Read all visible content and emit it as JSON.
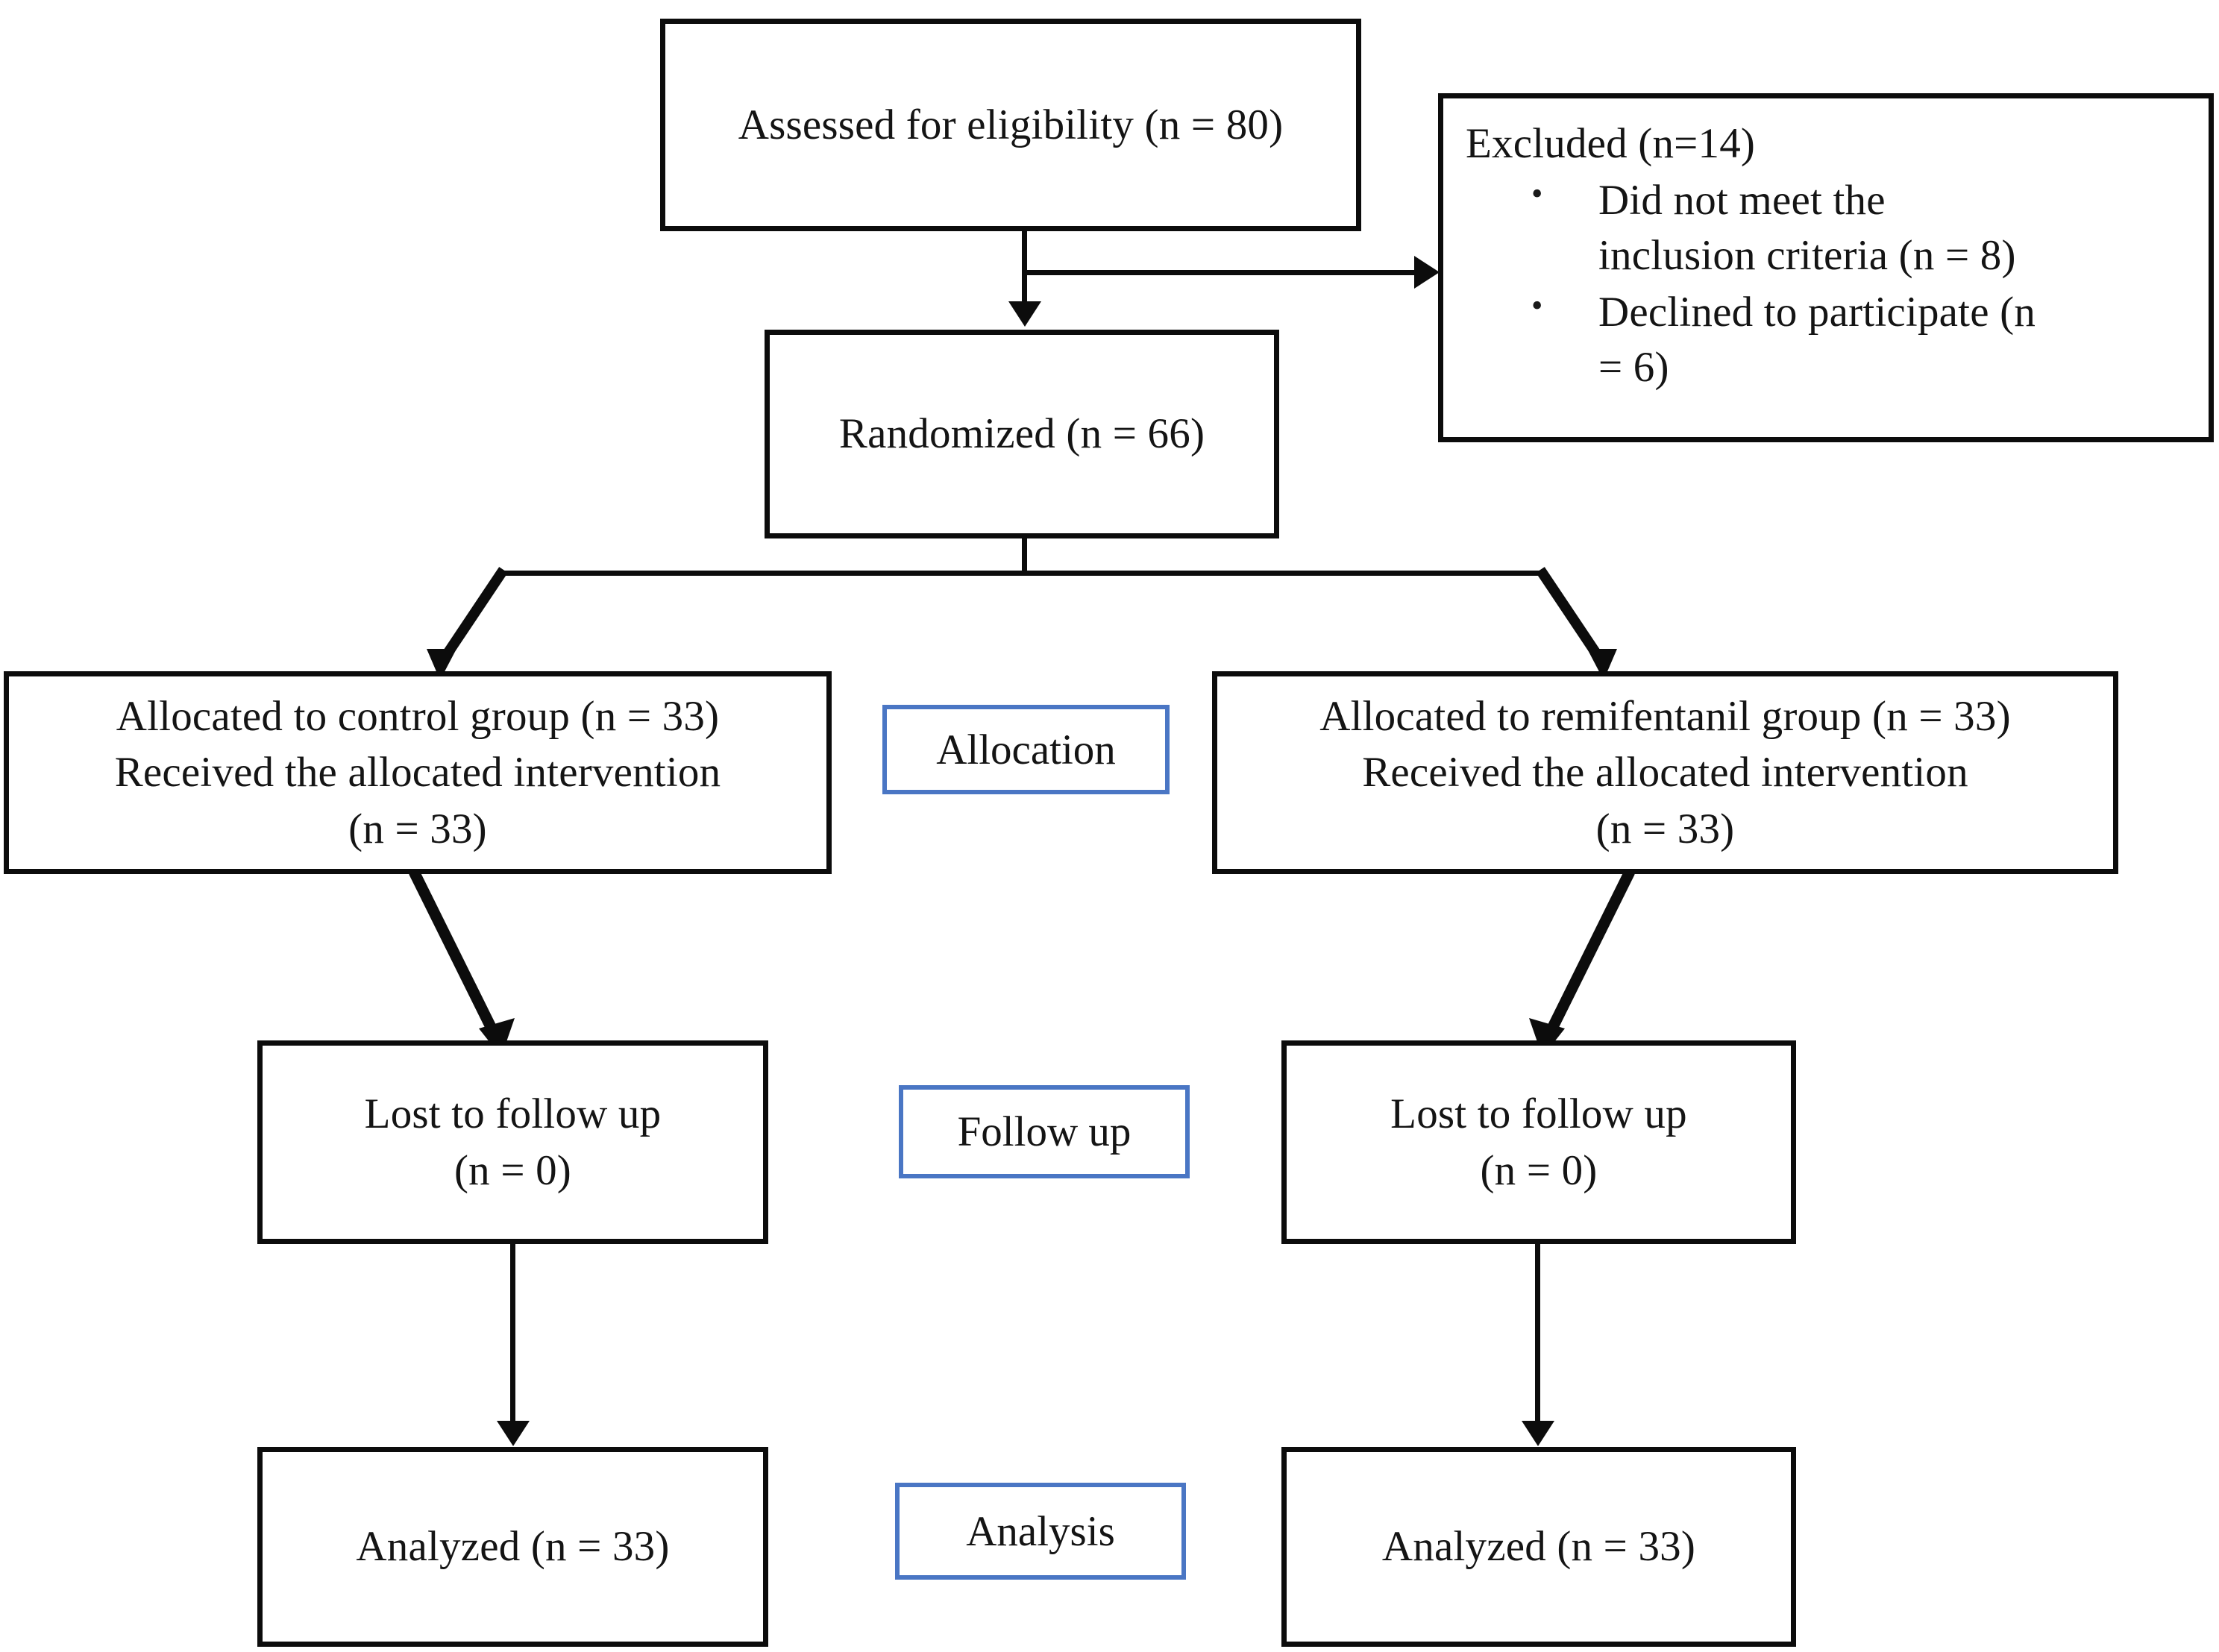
{
  "diagram": {
    "type": "consort-flow-diagram",
    "title": "CONSORT participant flow diagram",
    "accent_blue": "#4a76c4",
    "line_color": "#0c0c0c",
    "background": "#ffffff"
  },
  "nodes": {
    "enrollment": {
      "assessed": {
        "line1": "Assessed for eligibility (n = 80)"
      },
      "excluded": {
        "title": "Excluded (n=14)",
        "bullets": [
          {
            "line1": "Did not meet the",
            "line2": "inclusion criteria (n = 8)"
          },
          {
            "line1": "Declined to participate (n",
            "line2": "= 6)"
          }
        ],
        "bullet_glyph": "•"
      },
      "randomized": {
        "line1": "Randomized (n = 66)"
      }
    },
    "allocation": {
      "stage_label": "Allocation",
      "left": {
        "line1": "Allocated to control group (n = 33)",
        "line2": "Received the allocated intervention",
        "line3": "(n = 33)"
      },
      "right": {
        "line1": "Allocated to remifentanil group (n = 33)",
        "line2": "Received the allocated intervention",
        "line3": "(n = 33)"
      }
    },
    "followup": {
      "stage_label": "Follow up",
      "left": {
        "line1": "Lost to follow up",
        "line2": "(n = 0)"
      },
      "right": {
        "line1": "Lost to follow up",
        "line2": "(n = 0)"
      }
    },
    "analysis": {
      "stage_label": "Analysis",
      "left": {
        "line1": "Analyzed (n = 33)"
      },
      "right": {
        "line1": "Analyzed (n = 33)"
      }
    }
  },
  "counts": {
    "assessed_for_eligibility": 80,
    "excluded_total": 14,
    "excluded_did_not_meet_inclusion": 8,
    "excluded_declined": 6,
    "randomized": 66,
    "control_allocated": 33,
    "control_received": 33,
    "control_lost_to_followup": 0,
    "control_analyzed": 33,
    "remifentanil_allocated": 33,
    "remifentanil_received": 33,
    "remifentanil_lost_to_followup": 0,
    "remifentanil_analyzed": 33
  }
}
